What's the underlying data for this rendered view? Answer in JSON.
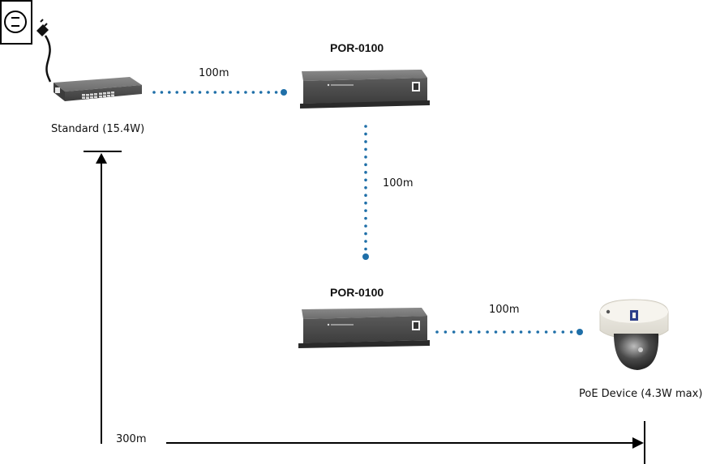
{
  "diagram": {
    "source": {
      "label": "Standard (15.4W)",
      "device": "poe-switch",
      "power_outlet": "wall-outlet"
    },
    "repeaters": [
      {
        "title": "POR-0100"
      },
      {
        "title": "POR-0100"
      }
    ],
    "segments": [
      {
        "label": "100m",
        "from": "switch",
        "to": "repeater-1"
      },
      {
        "label": "100m",
        "from": "repeater-1",
        "to": "repeater-2"
      },
      {
        "label": "100m",
        "from": "repeater-2",
        "to": "poe-device"
      }
    ],
    "target": {
      "label": "PoE Device (4.3W max)",
      "device": "dome-camera"
    },
    "total_distance": {
      "label": "300m"
    },
    "colors": {
      "link_dots": "#1f6fa8",
      "text": "#111111",
      "arrow": "#000000"
    }
  }
}
